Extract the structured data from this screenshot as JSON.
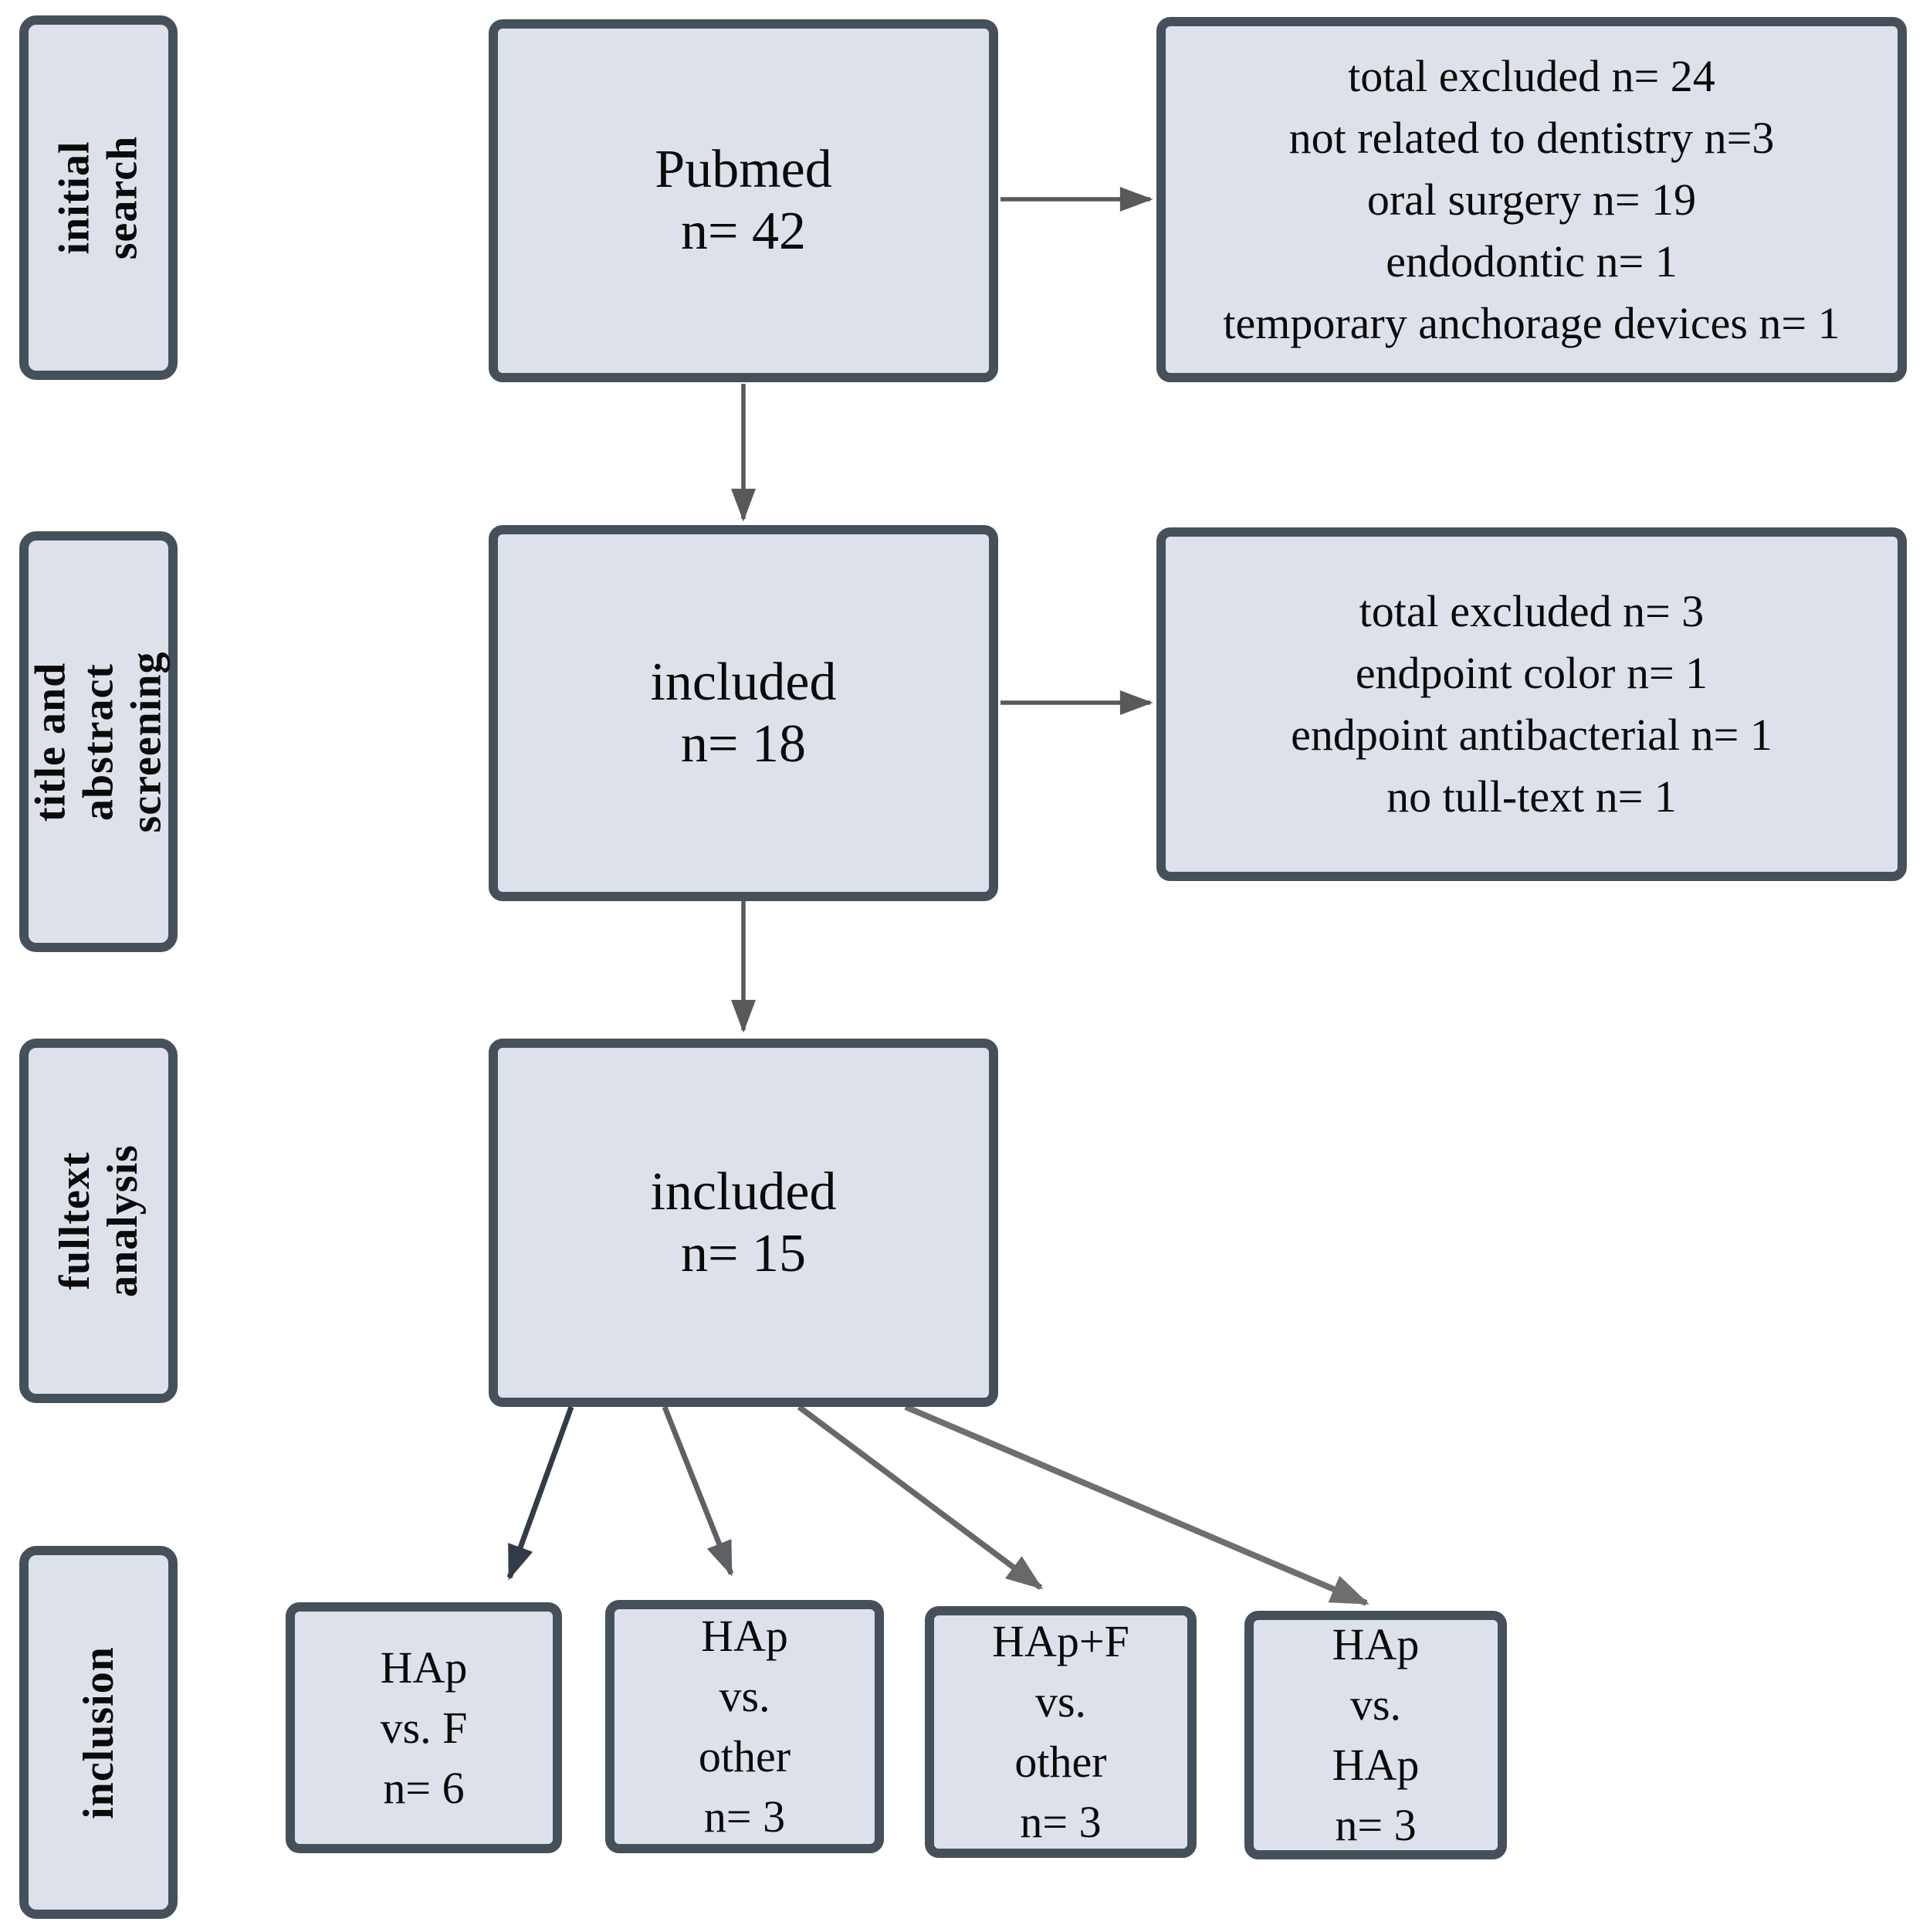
{
  "stages": [
    {
      "label": "initial search"
    },
    {
      "label": "title and\nabstract\nscreening"
    },
    {
      "label": "fulltext analysis"
    },
    {
      "label": "inclusion"
    }
  ],
  "flow": {
    "pubmed": "Pubmed\nn= 42",
    "included_screening": "included\nn= 18",
    "included_fulltext": "included\nn= 15"
  },
  "exclusions": [
    {
      "label": "total excluded n= 24\nnot related to dentistry n=3\noral surgery n= 19\nendodontic n= 1\ntemporary anchorage devices n= 1"
    },
    {
      "label": "total excluded n= 3\nendpoint color n= 1\nendpoint antibacterial n= 1\nno tull-text n= 1"
    }
  ],
  "inclusion_groups": [
    {
      "label": "HAp\nvs. F\nn= 6"
    },
    {
      "label": "HAp\nvs.\nother\nn= 3"
    },
    {
      "label": "HAp+F\nvs.\nother\nn= 3"
    },
    {
      "label": "HAp\nvs.\nHAp\nn= 3"
    }
  ],
  "colors": {
    "background": "#ffffff",
    "box_fill": "#dde2ea",
    "box_border": "#46505a",
    "text": "#0a0a0a",
    "arrow_gray": "#595959",
    "arrow_dark": "#323c48",
    "arrow_mid": "#5d6165",
    "arrow_light_c": "#686868",
    "arrow_light_d": "#6f6f6f"
  }
}
